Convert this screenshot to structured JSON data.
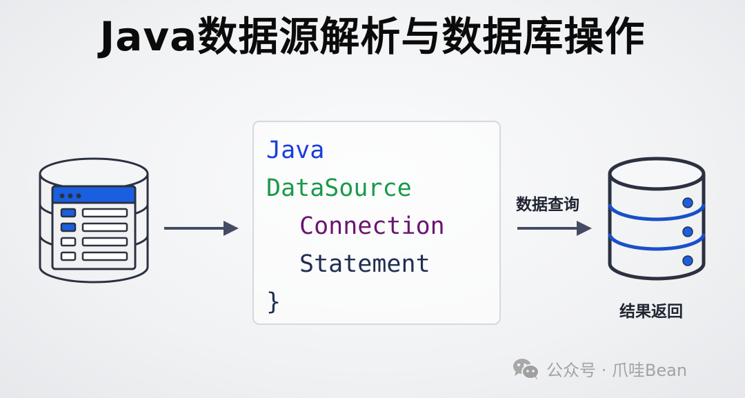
{
  "title": "Java数据源解析与数据库操作",
  "left_icon": {
    "name": "database-with-table",
    "accent_color": "#1a5fe0",
    "stroke_color": "#2b3140"
  },
  "arrow_1": {
    "label": ""
  },
  "code_box": {
    "lines": [
      {
        "text": "Java",
        "color": "#1a3ddc",
        "indent": 0
      },
      {
        "text": "DataSource",
        "color": "#1a9a4a",
        "indent": 0
      },
      {
        "text": "Connection",
        "color": "#6a1570",
        "indent": 2
      },
      {
        "text": "Statement",
        "color": "#1f2f52",
        "indent": 2
      },
      {
        "text": "}",
        "color": "#1f2f52",
        "indent": 0
      }
    ]
  },
  "arrow_2": {
    "label": "数据查询"
  },
  "right_icon": {
    "name": "database-server",
    "accent_color": "#1a5fe0",
    "stroke_color": "#2b3140"
  },
  "result_label": "结果返回",
  "watermark": {
    "icon": "wechat-icon",
    "text": "公众号 · 爪哇Bean"
  }
}
